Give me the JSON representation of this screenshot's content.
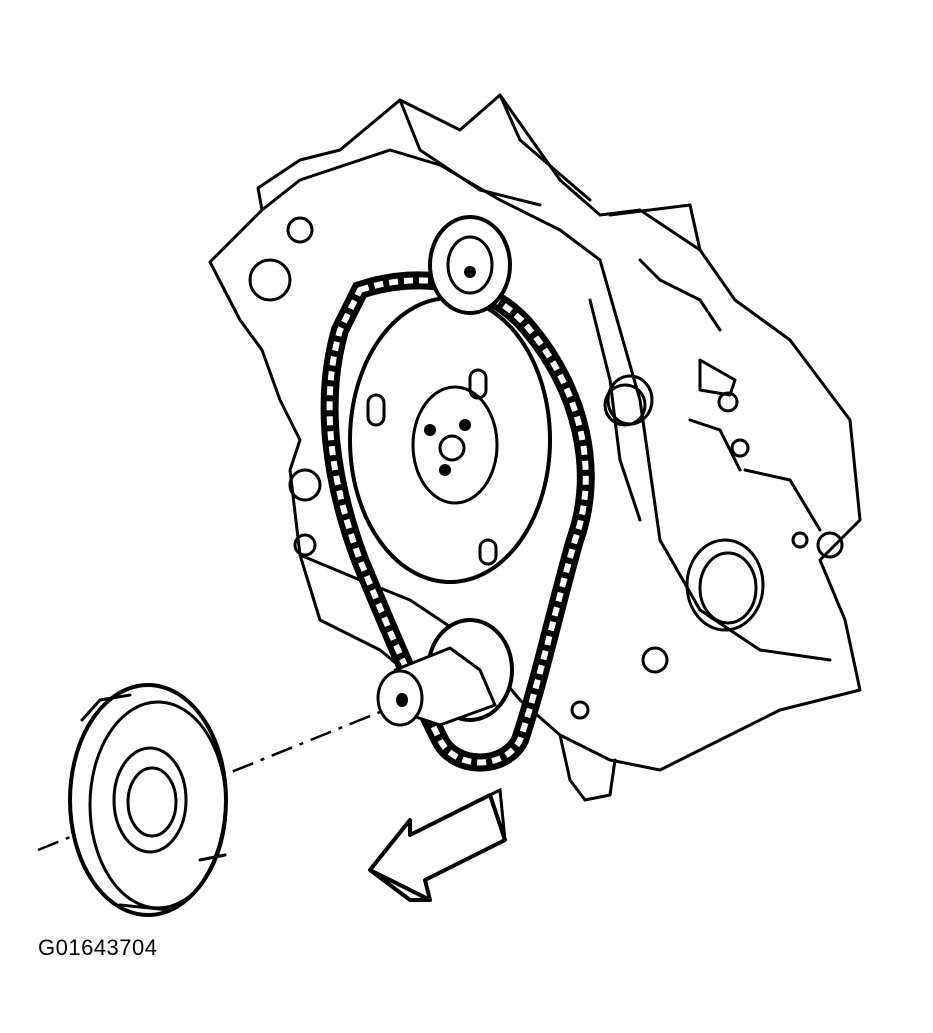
{
  "figure": {
    "reference_code": "G01643704"
  },
  "parts": {
    "engine_block": "engine-block-front",
    "camshaft_sprocket": "camshaft-sprocket",
    "timing_chain": "timing-chain",
    "crankshaft_sprocket": "crankshaft-sprocket",
    "crankshaft_reluctor_ring": "crankshaft-reluctor-ring",
    "direction_arrow": "removal-direction-arrow"
  }
}
